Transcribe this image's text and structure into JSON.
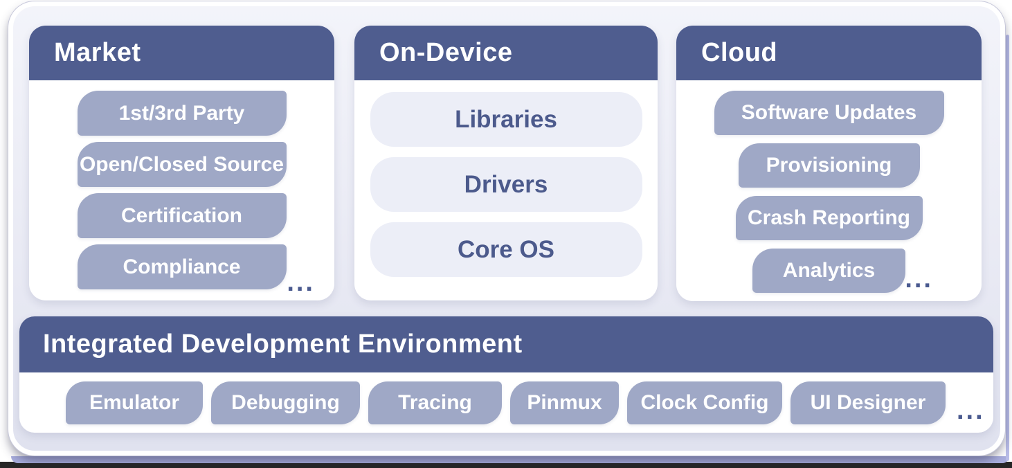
{
  "diagram": {
    "cards": {
      "market": {
        "title": "Market",
        "items": [
          "1st/3rd Party",
          "Open/Closed Source",
          "Certification",
          "Compliance"
        ],
        "more": "..."
      },
      "on_device": {
        "title": "On-Device",
        "items": [
          "Libraries",
          "Drivers",
          "Core OS"
        ]
      },
      "cloud": {
        "title": "Cloud",
        "items": [
          "Software Updates",
          "Provisioning",
          "Crash Reporting",
          "Analytics"
        ],
        "more": "..."
      },
      "ide": {
        "title": "Integrated Development Environment",
        "items": [
          "Emulator",
          "Debugging",
          "Tracing",
          "Pinmux",
          "Clock Config",
          "UI Designer"
        ],
        "more": "..."
      }
    },
    "colors": {
      "header_blue": "#4f5d8f",
      "pill_gray": "#9fa8c6",
      "pill_light": "#eceef7",
      "pill_light_text": "#4c5a8c",
      "card_bg": "#ffffff",
      "frame_bg_top": "#f3f4fa",
      "frame_bg_bottom": "#e0e2ef",
      "accent_edge": "#a9aede",
      "bottom_bar_dark": "#262626",
      "dots": "#4a5a8f"
    }
  }
}
